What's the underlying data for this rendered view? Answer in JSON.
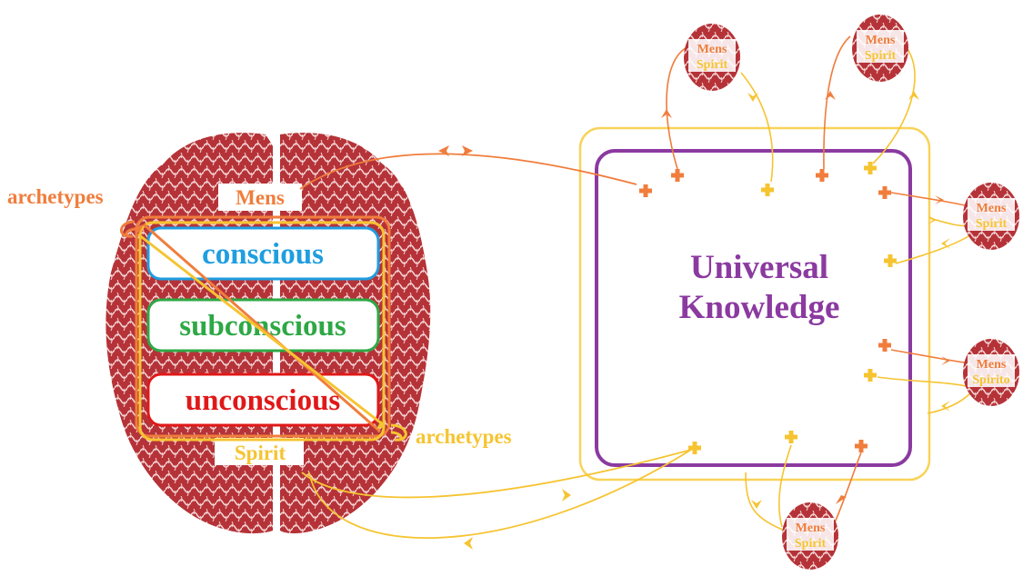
{
  "colors": {
    "mens": "#f07d3c",
    "spirit": "#f6c431",
    "conscious": "#1f9ee0",
    "subconscious": "#2ea845",
    "unconscious": "#e01818",
    "knowledge": "#8b3aa0",
    "frame": "#f8d35a",
    "brain": "#a8262b"
  },
  "brain": {
    "mens_label": "Mens",
    "spirit_label": "Spirit",
    "archetypes_top": "archetypes",
    "archetypes_bottom": "archetypes",
    "layers": {
      "conscious": "conscious",
      "subconscious": "subconscious",
      "unconscious": "unconscious"
    }
  },
  "knowledge": {
    "line1": "Universal",
    "line2": "Knowledge"
  },
  "small_minds": [
    {
      "mens": "Mens",
      "spirit": "Spirit"
    },
    {
      "mens": "Mens",
      "spirit": "Spirit"
    },
    {
      "mens": "Mens",
      "spirit": "Spirit"
    },
    {
      "mens": "Mens",
      "spirit": "Spirito"
    },
    {
      "mens": "Mens",
      "spirit": "Spirit"
    }
  ]
}
